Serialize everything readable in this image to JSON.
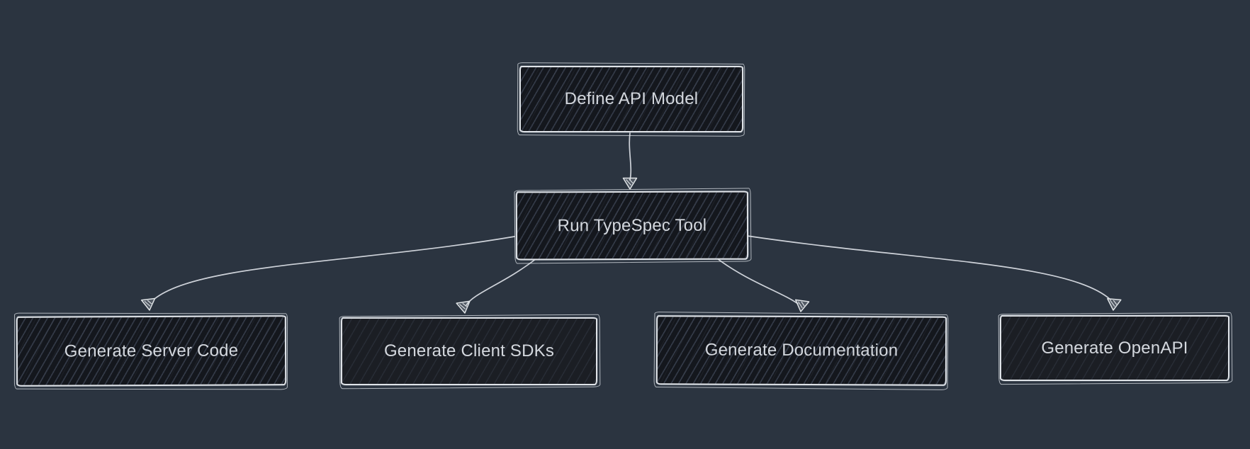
{
  "diagram": {
    "type": "flowchart",
    "direction": "top-down",
    "visual_style": "hand-drawn-sketch-dark",
    "nodes": [
      {
        "id": "define",
        "label": "Define API Model"
      },
      {
        "id": "run",
        "label": "Run TypeSpec Tool"
      },
      {
        "id": "server",
        "label": "Generate Server Code"
      },
      {
        "id": "sdks",
        "label": "Generate Client SDKs"
      },
      {
        "id": "docs",
        "label": "Generate Documentation"
      },
      {
        "id": "openapi",
        "label": "Generate OpenAPI"
      }
    ],
    "edges": [
      {
        "from": "Define API Model",
        "to": "Run TypeSpec Tool"
      },
      {
        "from": "Run TypeSpec Tool",
        "to": "Generate Server Code"
      },
      {
        "from": "Run TypeSpec Tool",
        "to": "Generate Client SDKs"
      },
      {
        "from": "Run TypeSpec Tool",
        "to": "Generate Documentation"
      },
      {
        "from": "Run TypeSpec Tool",
        "to": "Generate OpenAPI"
      }
    ],
    "colors": {
      "background": "#2b3440",
      "node_fill": "#14171d",
      "node_fill_soft": "#1b1e24",
      "node_hatch": "#7a89a8",
      "stroke": "#dfe3e8",
      "text": "#d4d8de",
      "edge": "#d7dbe1"
    }
  }
}
